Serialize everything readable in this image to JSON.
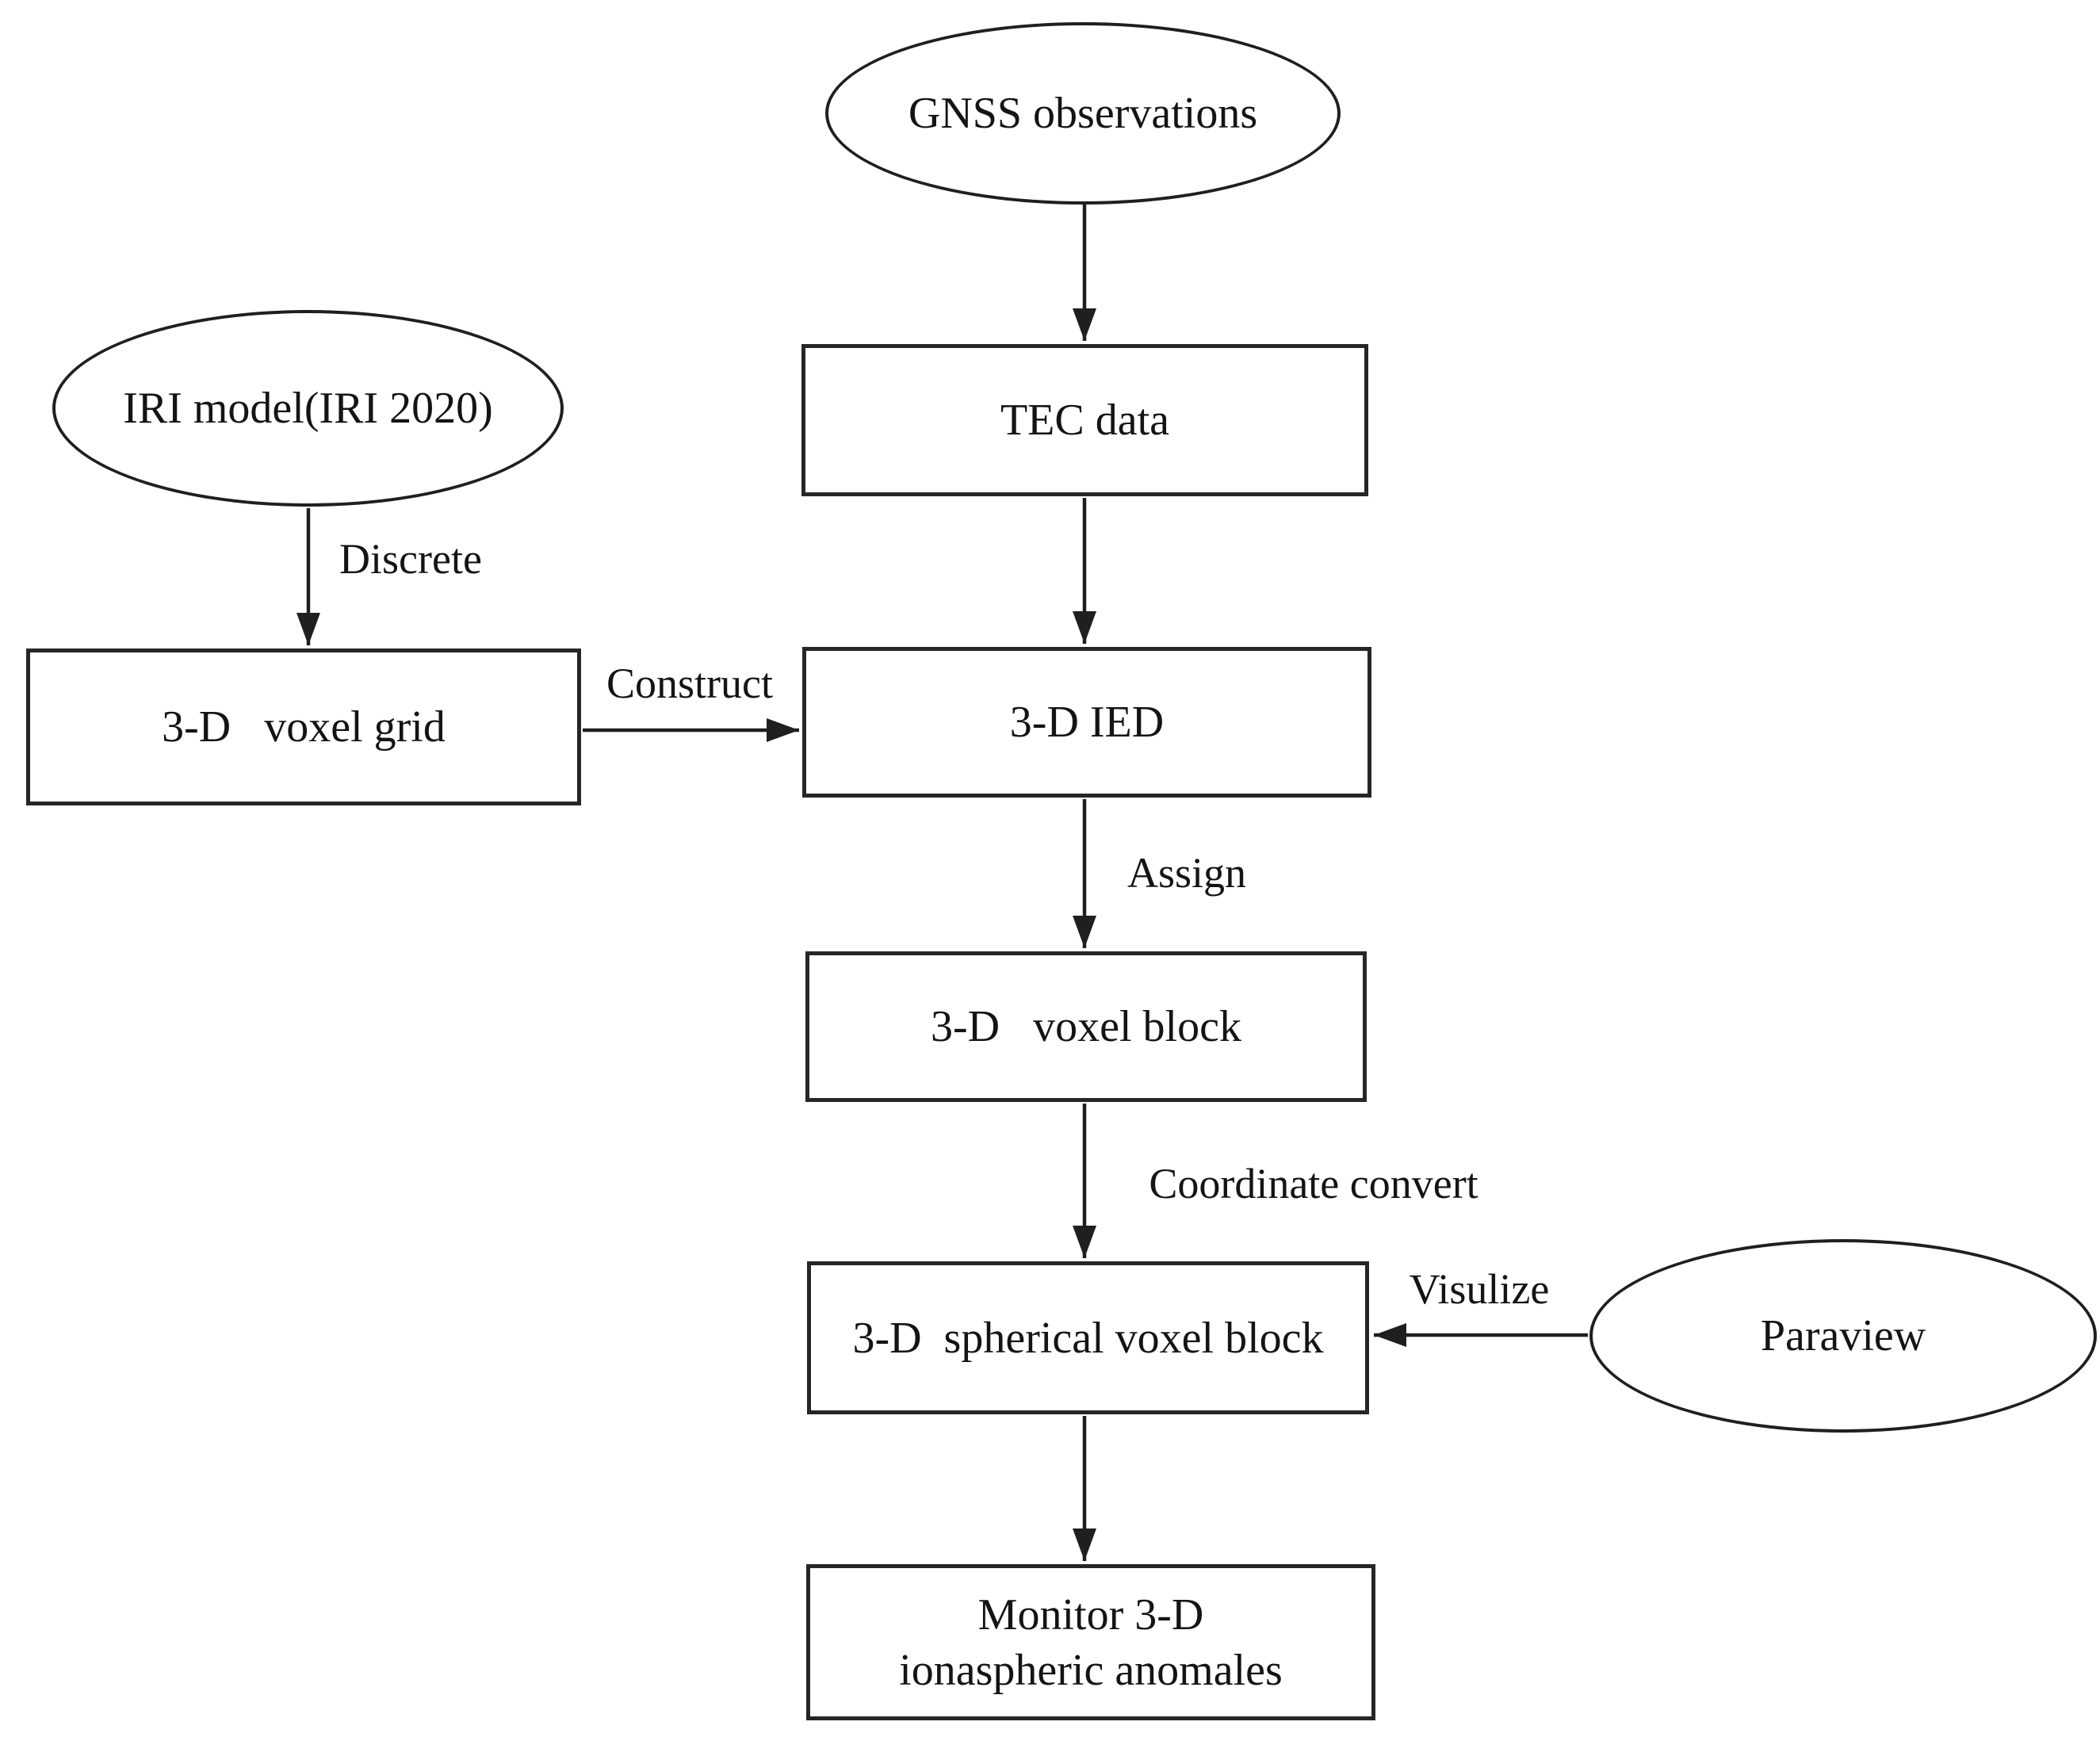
{
  "diagram_type": "flowchart",
  "colors": {
    "background": "#ffffff",
    "stroke": "#1f1f1f",
    "text": "#141414"
  },
  "nodes": {
    "gnss": {
      "label": "GNSS observations",
      "shape": "ellipse"
    },
    "tec": {
      "label": "TEC data",
      "shape": "rect"
    },
    "iri": {
      "label": "IRI model(IRI 2020)",
      "shape": "ellipse"
    },
    "voxel_grid": {
      "label": "3-D   voxel grid",
      "shape": "rect"
    },
    "ied": {
      "label": "3-D IED",
      "shape": "rect"
    },
    "voxel_block": {
      "label": "3-D   voxel block",
      "shape": "rect"
    },
    "spherical_voxel_block": {
      "label": "3-D  spherical voxel block",
      "shape": "rect"
    },
    "paraview": {
      "label": "Paraview",
      "shape": "ellipse"
    },
    "monitor": {
      "label": "Monitor 3-D\nionaspheric anomales",
      "shape": "rect"
    }
  },
  "edges": {
    "gnss_to_tec": {
      "from": "gnss",
      "to": "tec",
      "label": ""
    },
    "tec_to_ied": {
      "from": "tec",
      "to": "ied",
      "label": ""
    },
    "iri_to_voxel_grid": {
      "from": "iri",
      "to": "voxel_grid",
      "label": "Discrete"
    },
    "voxel_grid_to_ied": {
      "from": "voxel_grid",
      "to": "ied",
      "label": "Construct"
    },
    "ied_to_voxel_block": {
      "from": "ied",
      "to": "voxel_block",
      "label": "Assign"
    },
    "voxel_block_to_spherical": {
      "from": "voxel_block",
      "to": "spherical_voxel_block",
      "label": "Coordinate convert"
    },
    "paraview_to_spherical": {
      "from": "paraview",
      "to": "spherical_voxel_block",
      "label": "Visulize"
    },
    "spherical_to_monitor": {
      "from": "spherical_voxel_block",
      "to": "monitor",
      "label": ""
    }
  }
}
